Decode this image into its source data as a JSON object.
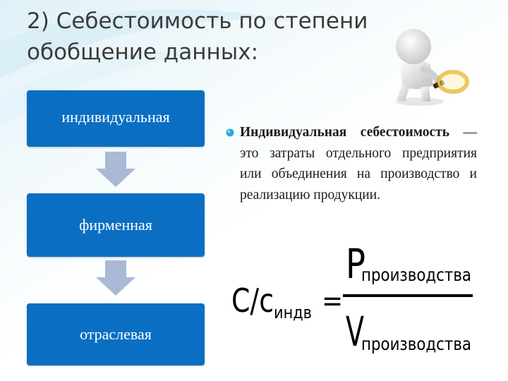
{
  "title": {
    "line1": "2) Себестоимость по степени",
    "line2": "обобщение данных:"
  },
  "flow": {
    "items": [
      {
        "label": "индивидуальная"
      },
      {
        "label": "фирменная"
      },
      {
        "label": "отраслевая"
      }
    ],
    "box_color": "#0a6fc2",
    "arrow_color": "#a9b9d6"
  },
  "definition": {
    "term": "Индивидуальная себестоимость",
    "text": " — это затраты отдельного предприятия или объединения на производство и реализацию продукции.",
    "bullet_color": "#2aa8d8"
  },
  "formula": {
    "lhs_main": "С/с",
    "lhs_sub": "индв",
    "equals": "=",
    "num_main": "Р",
    "num_sub": "производства",
    "den_main": "V",
    "den_sub": "производства"
  },
  "illustration": {
    "icon": "person-with-magnifier-icon"
  }
}
